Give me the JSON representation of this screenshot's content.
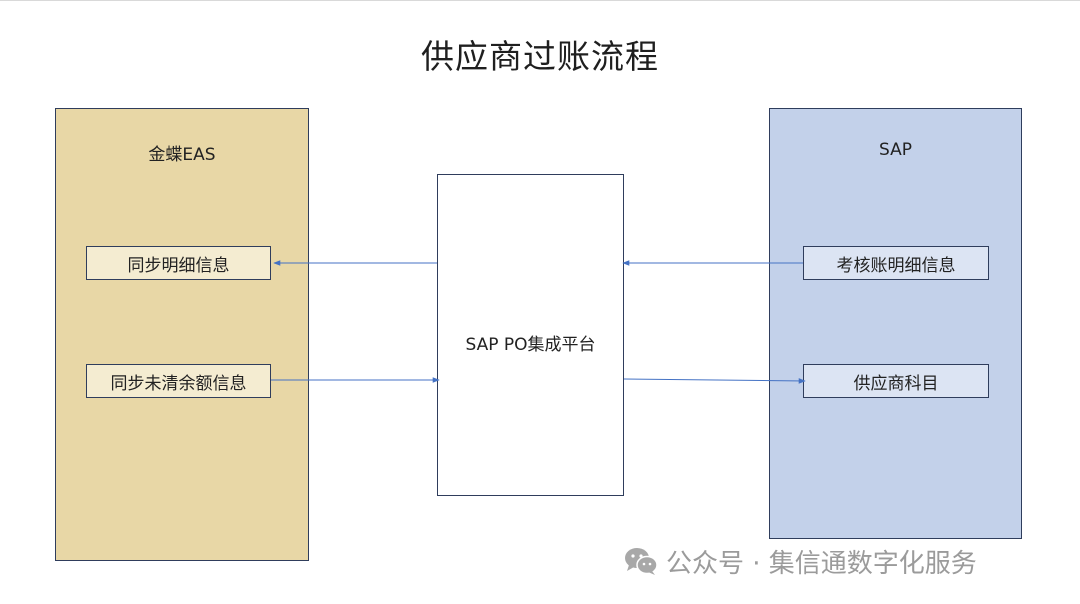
{
  "title": "供应商过账流程",
  "eas_panel": {
    "label": "金蝶EAS",
    "boxes": [
      "同步明细信息",
      "同步未清余额信息"
    ]
  },
  "integration_platform": {
    "label": "SAP PO集成平台"
  },
  "sap_panel": {
    "label": "SAP",
    "boxes": [
      "考核账明细信息",
      "供应商科目"
    ]
  },
  "flows": [
    {
      "from": "SAP PO集成平台",
      "to": "同步明细信息"
    },
    {
      "from": "同步未清余额信息",
      "to": "SAP PO集成平台"
    },
    {
      "from": "考核账明细信息",
      "to": "SAP PO集成平台"
    },
    {
      "from": "SAP PO集成平台",
      "to": "供应商科目"
    }
  ],
  "watermark": {
    "text": "公众号 · 集信通数字化服务",
    "icon": "wechat-icon"
  },
  "colors": {
    "eas_fill": "#e8d7a6",
    "sap_fill": "#c3d1ea",
    "border": "#2f3d5c",
    "arrow": "#4472c4"
  }
}
